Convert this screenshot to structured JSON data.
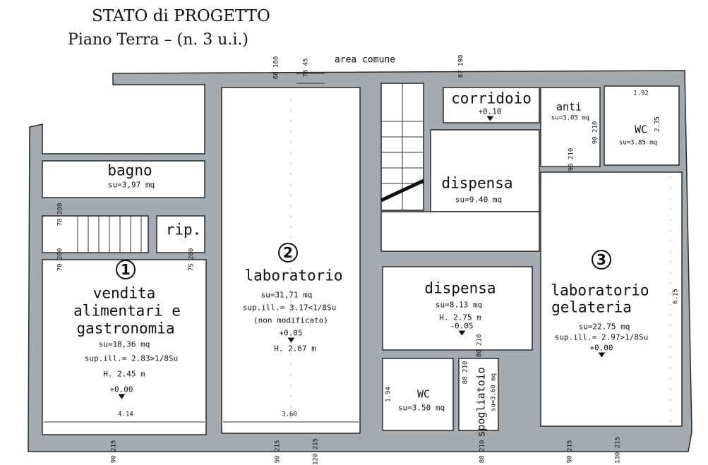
{
  "title": "STATO di PROGETTO",
  "subtitle": "Piano Terra – (n. 3 u.i.)",
  "area_comune": "area comune",
  "units": [
    {
      "number": "1",
      "name_lines": [
        "vendita",
        "alimentari e",
        "gastronomia"
      ],
      "su": "su=18,36 mq",
      "supill": "sup.ill.= 2.83>1/8Su",
      "height": "H. 2.45 m",
      "level": "+0.00",
      "dim": "4.14"
    },
    {
      "number": "2",
      "name": "laboratorio",
      "su": "su=31,71 mq",
      "supill": "sup.ill.= 3.17<1/8Su",
      "note": "(non modificato)",
      "level": "+0.05",
      "height": "H. 2.67 m",
      "dim": "3.60"
    },
    {
      "number": "3",
      "name_lines": [
        "laboratorio",
        "gelateria"
      ],
      "su": "su=22.75 mq",
      "supill": "sup.ill.= 2.97>1/8Su",
      "level": "+0.00",
      "dim": "6.15"
    }
  ],
  "rooms": {
    "bagno": {
      "name": "bagno",
      "su": "su=3,97 mq"
    },
    "rip": {
      "name": "rip."
    },
    "corridoio": {
      "name": "corridoio",
      "level": "+0.10"
    },
    "anti": {
      "name": "anti",
      "su": "su=3.05 mq"
    },
    "wc_top": {
      "name": "WC",
      "su": "su=3.85 mq",
      "dim_w": "1.92",
      "dim_h": "2.35"
    },
    "dispensa_top": {
      "name": "dispensa",
      "su": "su=9.40 mq"
    },
    "dispensa_mid": {
      "name": "dispensa",
      "su": "su=8.13 mq",
      "height": "H. 2.75 m",
      "level": "-0.05"
    },
    "wc_bottom": {
      "name": "WC",
      "su": "su=3.50 mq",
      "dim_h": "1.94"
    },
    "spogliatoio": {
      "name": "spogliatoio",
      "su": "su=3.60 mq"
    }
  },
  "doors": [
    {
      "w": "60",
      "h": "180"
    },
    {
      "w": "75",
      "h": "45"
    },
    {
      "w": "87",
      "h": "190"
    },
    {
      "w": "90",
      "h": "210"
    },
    {
      "w": "90",
      "h": "210"
    },
    {
      "w": "70",
      "h": "200"
    },
    {
      "w": "70",
      "h": "200"
    },
    {
      "w": "75",
      "h": "200"
    },
    {
      "w": "80",
      "h": "210"
    },
    {
      "w": "80",
      "h": "210"
    },
    {
      "w": "90",
      "h": "215"
    },
    {
      "w": "90",
      "h": "215"
    },
    {
      "w": "120",
      "h": "215"
    },
    {
      "w": "80",
      "h": "210"
    },
    {
      "w": "90",
      "h": "215"
    },
    {
      "w": "130",
      "h": "215"
    }
  ]
}
